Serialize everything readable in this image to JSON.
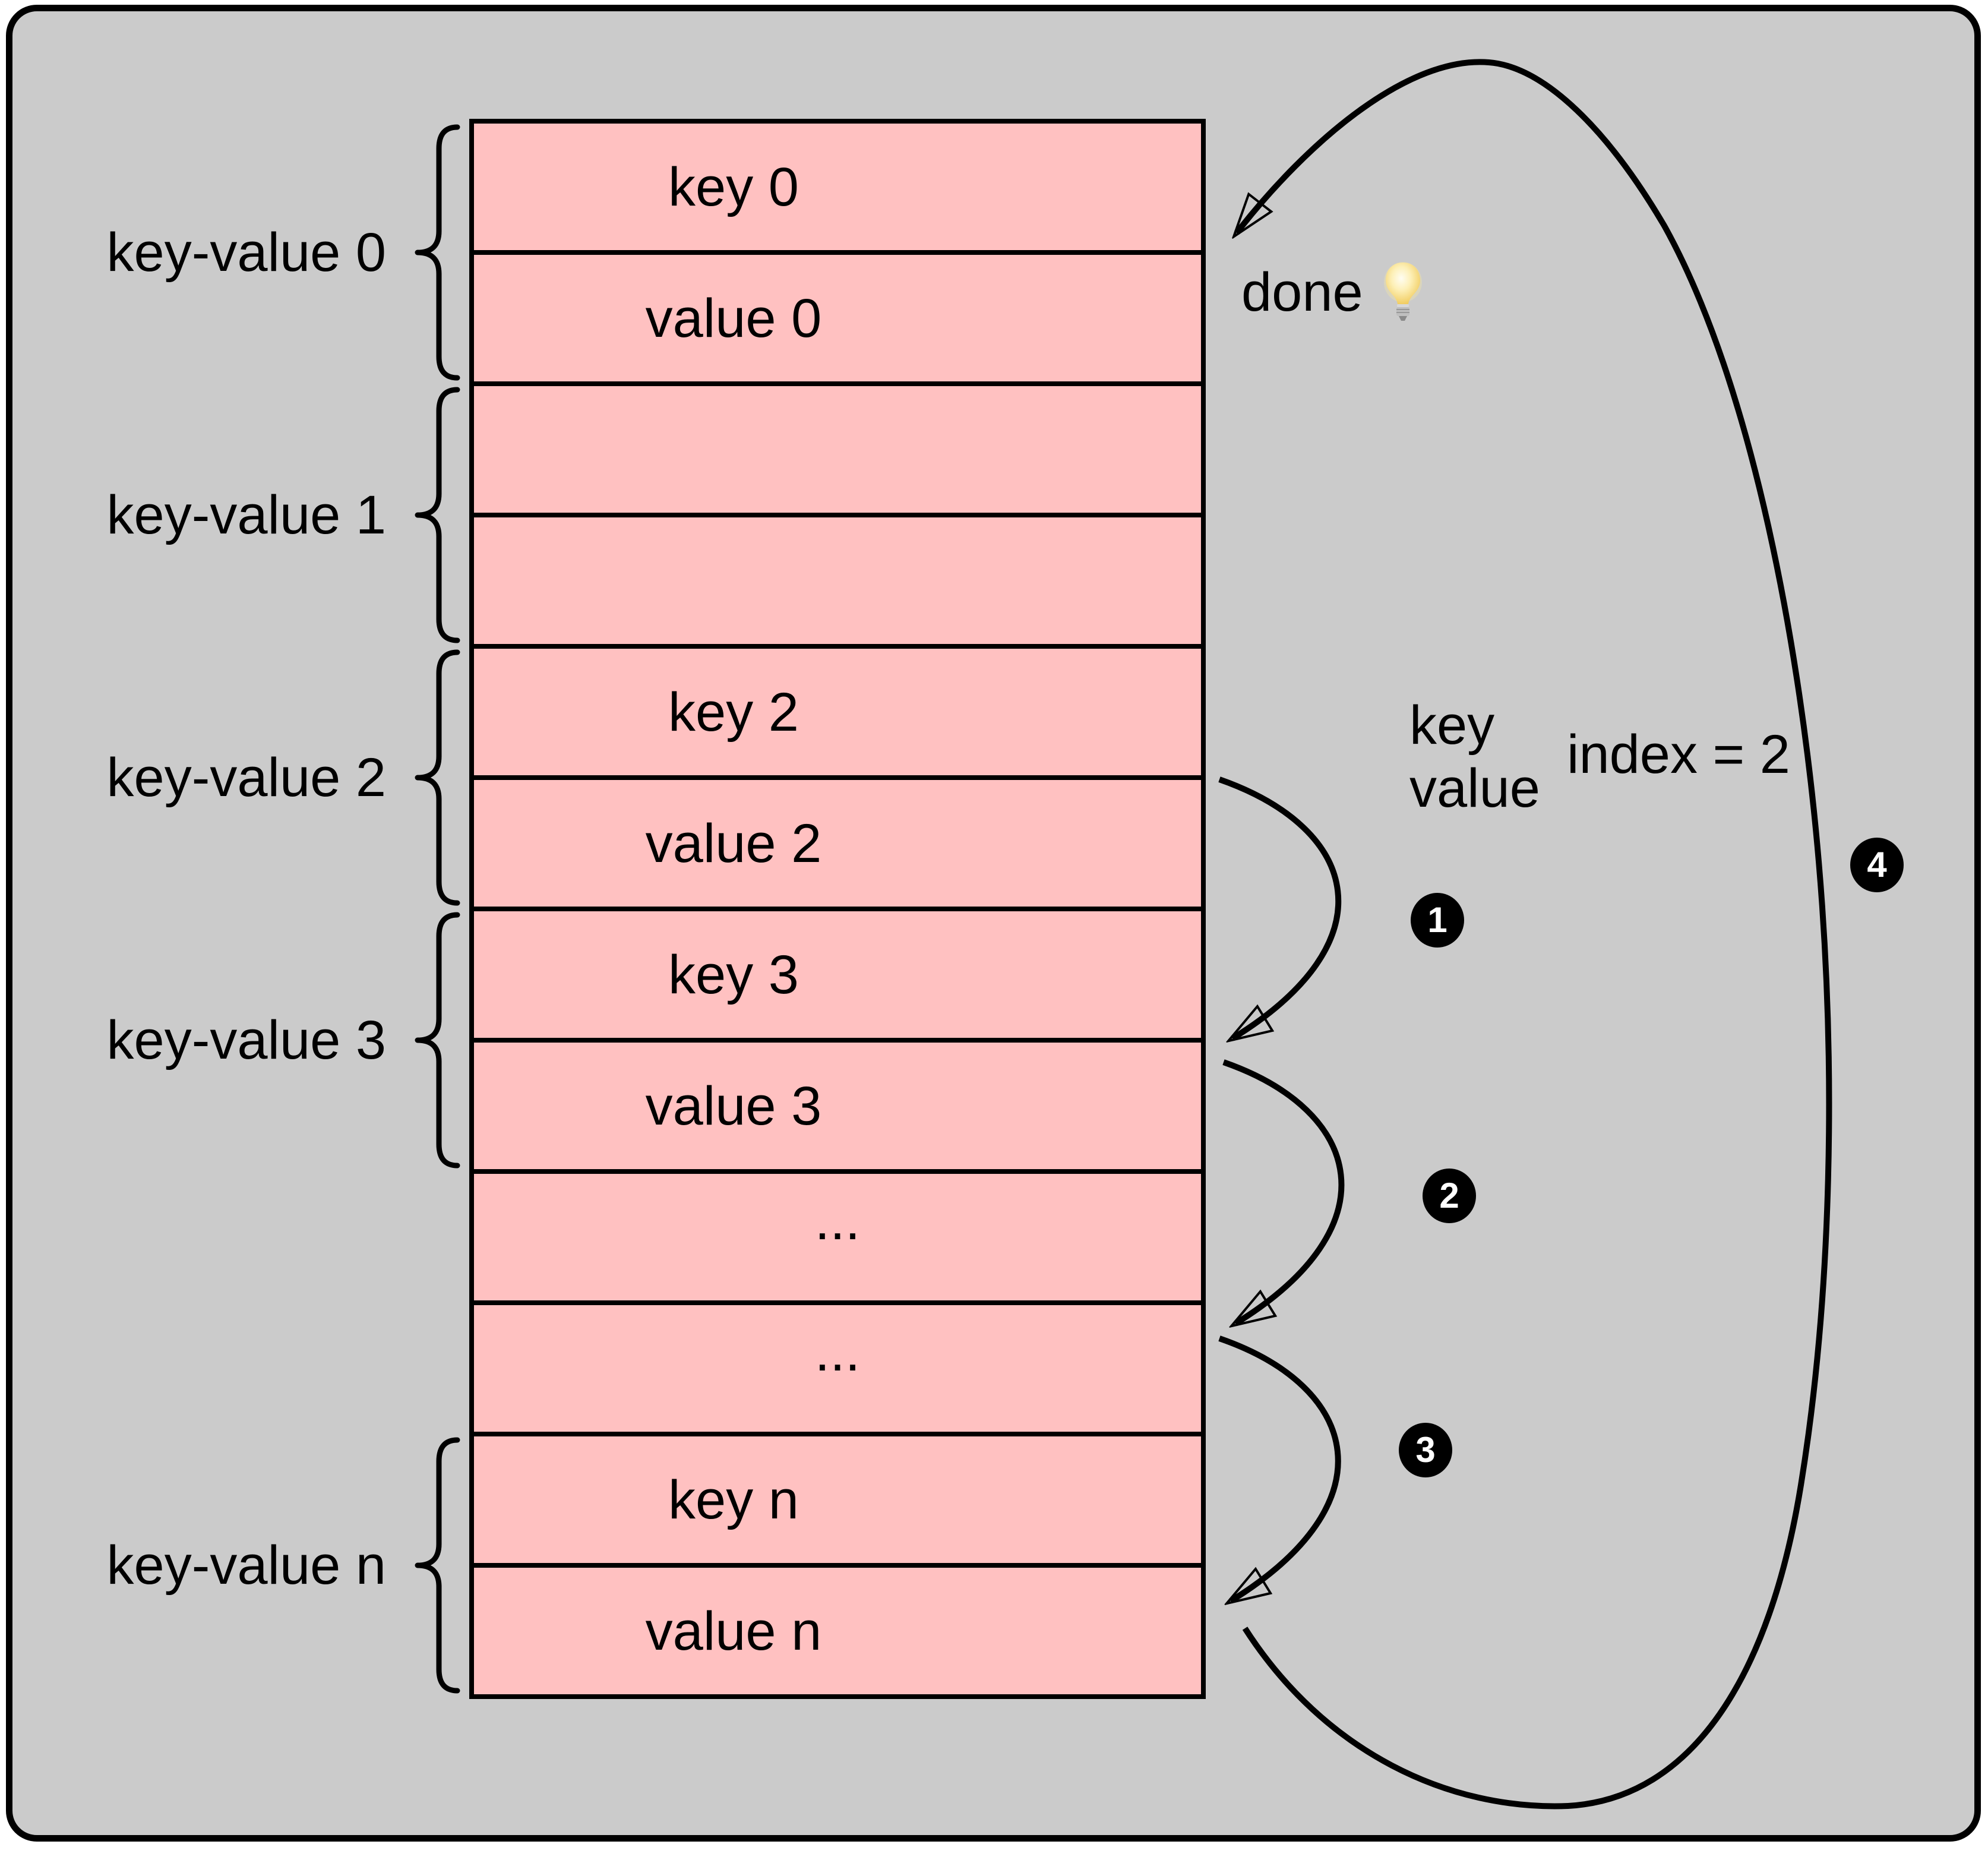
{
  "colors": {
    "panel_background": "#cbcbcb",
    "cell_fill": "#ffc1c1",
    "stroke": "#000000",
    "badge_background": "#000000",
    "badge_text": "#ffffff"
  },
  "table": {
    "rows": [
      {
        "label": "key 0",
        "dots": false
      },
      {
        "label": "value 0",
        "dots": false
      },
      {
        "label": "",
        "dots": false
      },
      {
        "label": "",
        "dots": false
      },
      {
        "label": "key 2",
        "dots": false
      },
      {
        "label": "value 2",
        "dots": false
      },
      {
        "label": "key 3",
        "dots": false
      },
      {
        "label": "value 3",
        "dots": false
      },
      {
        "label": "...",
        "dots": true
      },
      {
        "label": "...",
        "dots": true
      },
      {
        "label": "key n",
        "dots": false
      },
      {
        "label": "value n",
        "dots": false
      }
    ]
  },
  "pairs": [
    {
      "label": "key-value 0"
    },
    {
      "label": "key-value 1"
    },
    {
      "label": "key-value 2"
    },
    {
      "label": "key-value 3"
    },
    {
      "label": "key-value n"
    }
  ],
  "annotations": {
    "done_label": "done",
    "moved_line1": "key",
    "moved_line2": "value",
    "index_label": "index = 2",
    "lightbulb_icon": "lightbulb-icon"
  },
  "steps": [
    {
      "label": "1"
    },
    {
      "label": "2"
    },
    {
      "label": "3"
    },
    {
      "label": "4"
    }
  ]
}
